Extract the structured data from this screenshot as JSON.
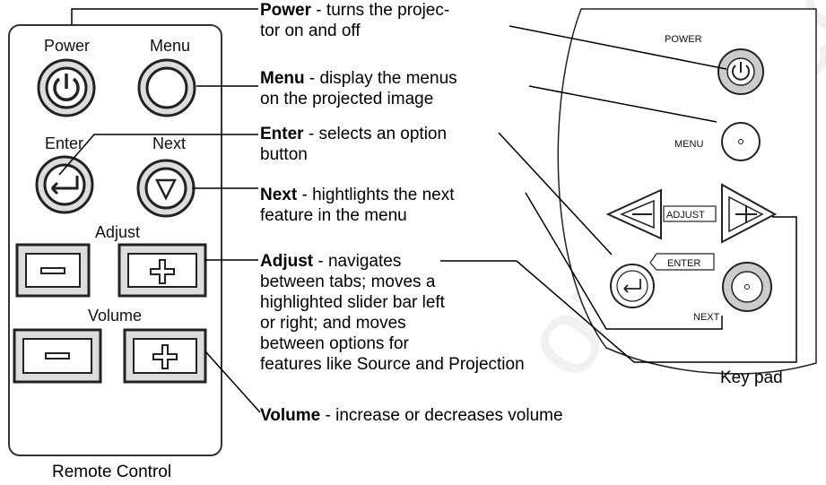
{
  "watermark": "om Projecto",
  "remote": {
    "caption": "Remote Control",
    "labels": {
      "power": "Power",
      "menu": "Menu",
      "enter": "Enter",
      "next": "Next",
      "adjust": "Adjust",
      "volume": "Volume"
    }
  },
  "keypad": {
    "caption": "Key pad",
    "labels": {
      "power": "POWER",
      "menu": "MENU",
      "adjust": "ADJUST",
      "enter": "ENTER",
      "next": "NEXT"
    }
  },
  "descriptions": {
    "power": {
      "term": "Power",
      "text1": " - turns the projec-",
      "text2": "tor on and off"
    },
    "menu": {
      "term": "Menu",
      "text1": " - display the menus",
      "text2": "on the projected image"
    },
    "enter": {
      "term": "Enter",
      "text1": " - selects an option",
      "text2": "button"
    },
    "next": {
      "term": "Next",
      "text1": " - hightlights the next",
      "text2": "feature in the menu"
    },
    "adjust": {
      "term": "Adjust",
      "text1": " - navigates",
      "text2": "between tabs; moves a",
      "text3": "highlighted slider bar left",
      "text4": "or right; and moves",
      "text5": "between options for",
      "text6": "features like Source and Projection"
    },
    "volume": {
      "term": "Volume",
      "text1": " - increase or decreases volume"
    }
  }
}
